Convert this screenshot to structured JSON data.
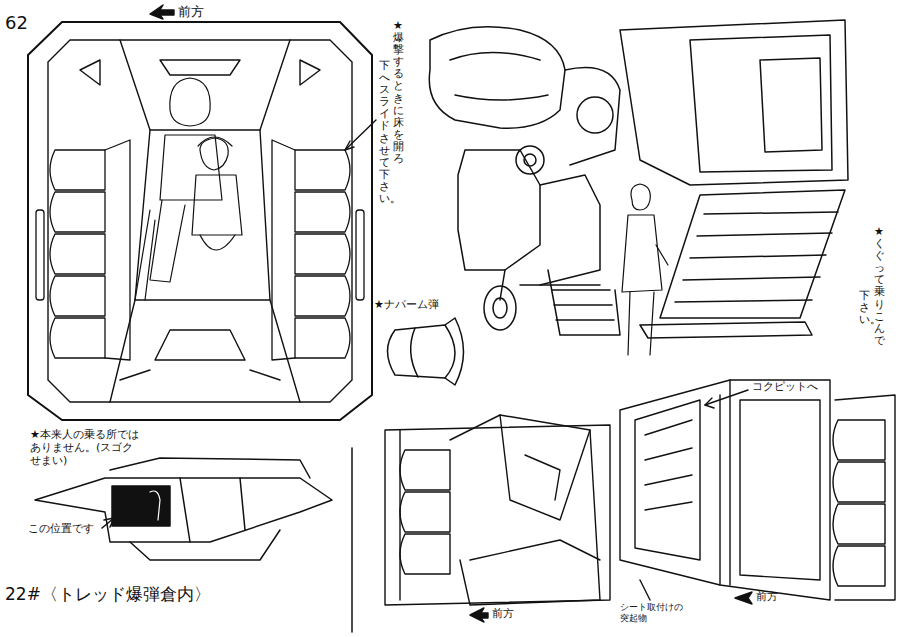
{
  "diagram": {
    "title": "22#〈トレッド爆弾倉内〉",
    "labels": [
      "62",
      "前方",
      "★爆撃するときに床を開ろ",
      "下へスライドさせて下さい。",
      "★くぐって乗りこんで",
      "下さい。",
      "★ナパーム弾",
      "★本来人の乗る所ではありません。(スゴクせまい)",
      "この位置です",
      "コクピットへ",
      "前方",
      "シート取付けの突起物",
      "前方"
    ]
  }
}
